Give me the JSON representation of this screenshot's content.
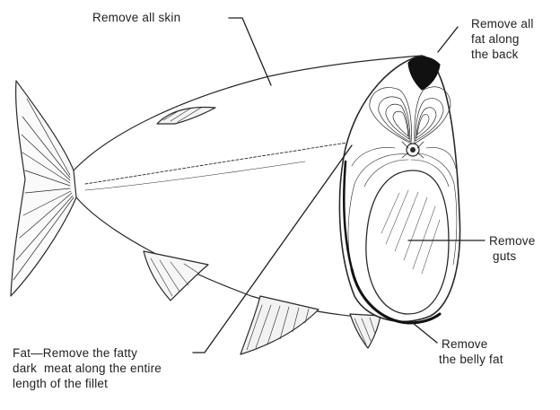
{
  "labels": {
    "skin": [
      "Remove all skin"
    ],
    "back_fat": [
      "Remove all",
      "fat along",
      "the back"
    ],
    "guts": [
      "Remove",
      "guts"
    ],
    "belly_fat": [
      "Remove",
      "the belly fat"
    ],
    "dark_meat": [
      "Fat—Remove the fatty",
      "dark  meat along the entire",
      "length of the fillet"
    ]
  },
  "colors": {
    "ink": "#1f1f1f",
    "background": "#ffffff",
    "back_fat": "#111111"
  }
}
